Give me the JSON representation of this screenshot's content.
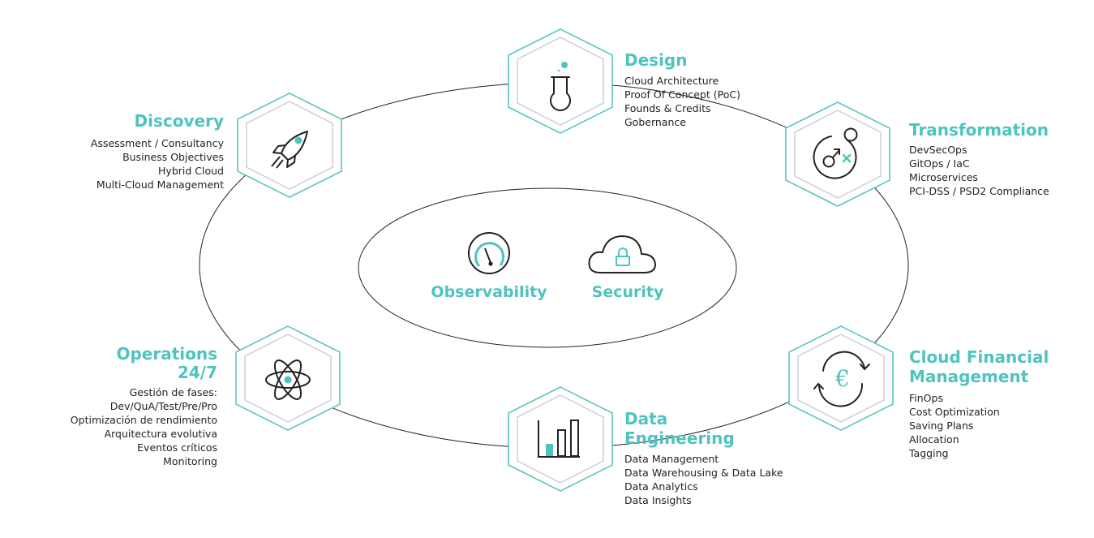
{
  "colors": {
    "accent": "#4fc3bf",
    "line": "#222222",
    "hex_outer": "#4fc3bf",
    "hex_inner": "#cfcfcf"
  },
  "center": {
    "observability": {
      "label": "Observability",
      "icon": "gauge-icon"
    },
    "security": {
      "label": "Security",
      "icon": "cloud-lock-icon"
    }
  },
  "stages": {
    "design": {
      "title": "Design",
      "icon": "flask-icon",
      "items": [
        "Cloud Architecture",
        "Proof Of Concept (PoC)",
        "Founds & Credits",
        "Gobernance"
      ]
    },
    "discovery": {
      "title": "Discovery",
      "icon": "rocket-icon",
      "items": [
        "Assessment / Consultancy",
        "Business Objectives",
        "Hybrid Cloud",
        "Multi-Cloud Management"
      ]
    },
    "transformation": {
      "title": "Transformation",
      "icon": "transform-icon",
      "items": [
        "DevSecOps",
        "GitOps / IaC",
        "Microservices",
        "PCI-DSS / PSD2 Compliance"
      ]
    },
    "operations": {
      "title_line1": "Operations",
      "title_line2": "24/7",
      "icon": "atom-icon",
      "items": [
        "Gestión de fases:",
        "Dev/QuA/Test/Pre/Pro",
        "Optimización de rendimiento",
        "Arquitectura evolutiva",
        "Eventos críticos",
        "Monitoring"
      ]
    },
    "data_engineering": {
      "title_line1": "Data",
      "title_line2": "Engineering",
      "icon": "bar-chart-icon",
      "items": [
        "Data Management",
        "Data Warehousing & Data Lake",
        "Data Analytics",
        "Data Insights"
      ]
    },
    "cloud_financial": {
      "title_line1": "Cloud Financial",
      "title_line2": "Management",
      "icon": "euro-cycle-icon",
      "items": [
        "FinOps",
        "Cost Optimization",
        "Saving Plans",
        "Allocation",
        "Tagging"
      ]
    }
  }
}
